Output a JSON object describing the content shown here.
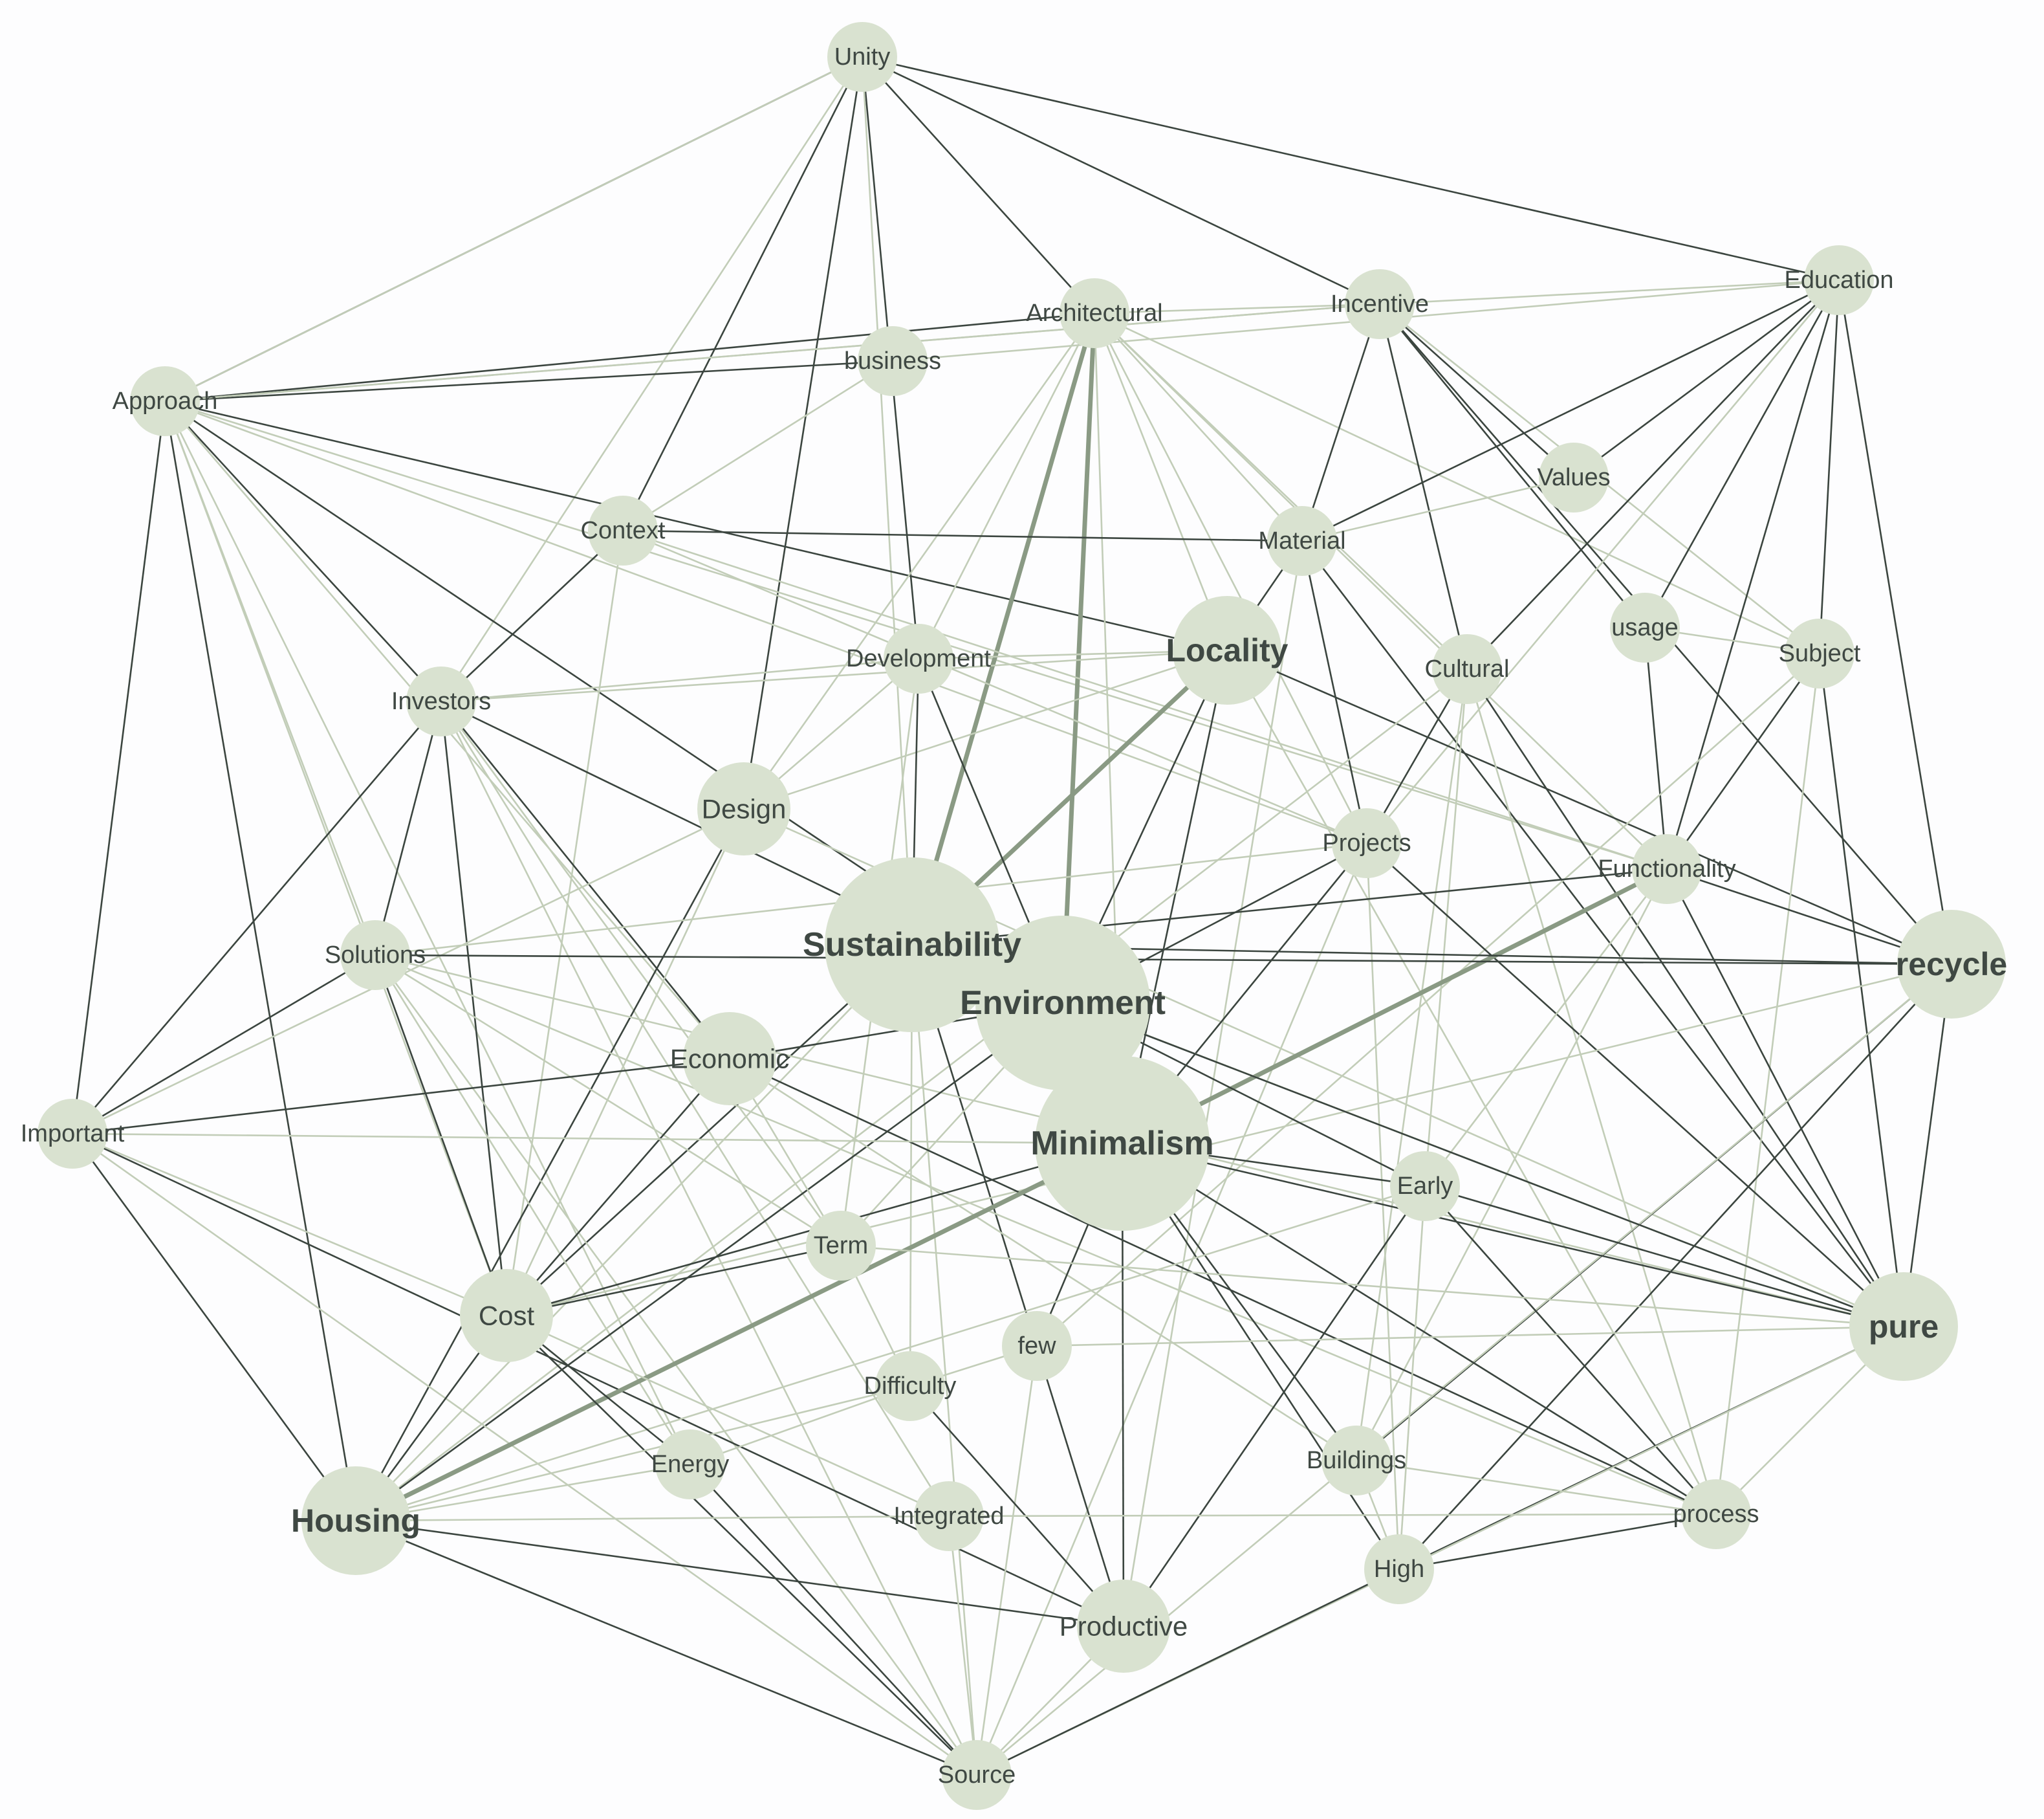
{
  "diagram": {
    "type": "keyword-cooccurrence-network",
    "colors": {
      "node_fill": "#d9e2d0",
      "label": "#3f4843",
      "edge_dark": "#3b453f",
      "edge_light": "#c2cdb8",
      "edge_heavy": "#8a9a84",
      "background": "#fdfdfe"
    },
    "nodes": [
      {
        "id": "unity",
        "label": "Unity",
        "tier": 1
      },
      {
        "id": "education",
        "label": "Education",
        "tier": 1
      },
      {
        "id": "architectural",
        "label": "Architectural",
        "tier": 1
      },
      {
        "id": "incentive",
        "label": "Incentive",
        "tier": 1
      },
      {
        "id": "business",
        "label": "business",
        "tier": 1
      },
      {
        "id": "approach",
        "label": "Approach",
        "tier": 1
      },
      {
        "id": "values",
        "label": "Values",
        "tier": 1
      },
      {
        "id": "context",
        "label": "Context",
        "tier": 1
      },
      {
        "id": "material",
        "label": "Material",
        "tier": 1
      },
      {
        "id": "locality",
        "label": "Locality",
        "tier": 3
      },
      {
        "id": "development",
        "label": "Development",
        "tier": 1
      },
      {
        "id": "cultural",
        "label": "Cultural",
        "tier": 1
      },
      {
        "id": "usage",
        "label": "usage",
        "tier": 1
      },
      {
        "id": "subject",
        "label": "Subject",
        "tier": 1
      },
      {
        "id": "investors",
        "label": "Investors",
        "tier": 1
      },
      {
        "id": "design",
        "label": "Design",
        "tier": 2
      },
      {
        "id": "projects",
        "label": "Projects",
        "tier": 1
      },
      {
        "id": "functionality",
        "label": "Functionality",
        "tier": 1
      },
      {
        "id": "sustainability",
        "label": "Sustainability",
        "tier": 4
      },
      {
        "id": "solutions",
        "label": "Solutions",
        "tier": 1
      },
      {
        "id": "recycle",
        "label": "recycle",
        "tier": 3
      },
      {
        "id": "environment",
        "label": "Environment",
        "tier": 4
      },
      {
        "id": "economic",
        "label": "Economic",
        "tier": 2
      },
      {
        "id": "important",
        "label": "Important",
        "tier": 1
      },
      {
        "id": "minimalism",
        "label": "Minimalism",
        "tier": 4
      },
      {
        "id": "early",
        "label": "Early",
        "tier": 1
      },
      {
        "id": "term",
        "label": "Term",
        "tier": 1
      },
      {
        "id": "cost",
        "label": "Cost",
        "tier": 2
      },
      {
        "id": "pure",
        "label": "pure",
        "tier": 3
      },
      {
        "id": "few",
        "label": "few",
        "tier": 1
      },
      {
        "id": "difficulty",
        "label": "Difficulty",
        "tier": 1
      },
      {
        "id": "energy",
        "label": "Energy",
        "tier": 1
      },
      {
        "id": "buildings",
        "label": "Buildings",
        "tier": 1
      },
      {
        "id": "housing",
        "label": "Housing",
        "tier": 3
      },
      {
        "id": "integrated",
        "label": "Integrated",
        "tier": 1
      },
      {
        "id": "process",
        "label": "process",
        "tier": 1
      },
      {
        "id": "high",
        "label": "High",
        "tier": 1
      },
      {
        "id": "productive",
        "label": "Productive",
        "tier": 2
      },
      {
        "id": "source",
        "label": "Source",
        "tier": 1
      }
    ],
    "edges": [
      [
        "unity",
        "approach",
        "dark"
      ],
      [
        "unity",
        "architectural",
        "dark"
      ],
      [
        "unity",
        "incentive",
        "dark"
      ],
      [
        "unity",
        "education",
        "dark"
      ],
      [
        "unity",
        "context",
        "dark"
      ],
      [
        "unity",
        "investors",
        "light"
      ],
      [
        "unity",
        "design",
        "dark"
      ],
      [
        "unity",
        "development",
        "dark"
      ],
      [
        "unity",
        "sustainability",
        "light"
      ],
      [
        "unity",
        "approach",
        "light"
      ],
      [
        "approach",
        "architectural",
        "dark"
      ],
      [
        "approach",
        "business",
        "dark"
      ],
      [
        "approach",
        "incentive",
        "light"
      ],
      [
        "approach",
        "investors",
        "dark"
      ],
      [
        "approach",
        "locality",
        "dark"
      ],
      [
        "approach",
        "important",
        "dark"
      ],
      [
        "approach",
        "housing",
        "dark"
      ],
      [
        "approach",
        "solutions",
        "light"
      ],
      [
        "approach",
        "cost",
        "light"
      ],
      [
        "approach",
        "projects",
        "light"
      ],
      [
        "approach",
        "functionality",
        "light"
      ],
      [
        "approach",
        "environment",
        "dark"
      ],
      [
        "approach",
        "economic",
        "light"
      ],
      [
        "approach",
        "energy",
        "light"
      ],
      [
        "architectural",
        "incentive",
        "light"
      ],
      [
        "architectural",
        "sustainability",
        "heavy"
      ],
      [
        "architectural",
        "environment",
        "heavy"
      ],
      [
        "architectural",
        "locality",
        "light"
      ],
      [
        "architectural",
        "development",
        "light"
      ],
      [
        "architectural",
        "projects",
        "light"
      ],
      [
        "architectural",
        "cultural",
        "light"
      ],
      [
        "architectural",
        "material",
        "light"
      ],
      [
        "architectural",
        "functionality",
        "light"
      ],
      [
        "architectural",
        "minimalism",
        "light"
      ],
      [
        "architectural",
        "design",
        "light"
      ],
      [
        "architectural",
        "subject",
        "light"
      ],
      [
        "incentive",
        "education",
        "light"
      ],
      [
        "incentive",
        "material",
        "dark"
      ],
      [
        "incentive",
        "cultural",
        "dark"
      ],
      [
        "incentive",
        "usage",
        "dark"
      ],
      [
        "incentive",
        "values",
        "dark"
      ],
      [
        "incentive",
        "subject",
        "light"
      ],
      [
        "incentive",
        "recycle",
        "dark"
      ],
      [
        "incentive",
        "approach",
        "light"
      ],
      [
        "education",
        "business",
        "light"
      ],
      [
        "education",
        "values",
        "dark"
      ],
      [
        "education",
        "material",
        "dark"
      ],
      [
        "education",
        "cultural",
        "dark"
      ],
      [
        "education",
        "usage",
        "dark"
      ],
      [
        "education",
        "subject",
        "dark"
      ],
      [
        "education",
        "functionality",
        "dark"
      ],
      [
        "education",
        "recycle",
        "dark"
      ],
      [
        "education",
        "projects",
        "light"
      ],
      [
        "context",
        "material",
        "dark"
      ],
      [
        "context",
        "investors",
        "dark"
      ],
      [
        "context",
        "cost",
        "light"
      ],
      [
        "context",
        "projects",
        "light"
      ],
      [
        "context",
        "business",
        "light"
      ],
      [
        "context",
        "functionality",
        "light"
      ],
      [
        "material",
        "locality",
        "dark"
      ],
      [
        "material",
        "projects",
        "dark"
      ],
      [
        "material",
        "pure",
        "dark"
      ],
      [
        "material",
        "values",
        "light"
      ],
      [
        "material",
        "productive",
        "light"
      ],
      [
        "locality",
        "sustainability",
        "heavy"
      ],
      [
        "locality",
        "environment",
        "dark"
      ],
      [
        "locality",
        "minimalism",
        "dark"
      ],
      [
        "locality",
        "recycle",
        "dark"
      ],
      [
        "locality",
        "design",
        "light"
      ],
      [
        "locality",
        "investors",
        "light"
      ],
      [
        "locality",
        "process",
        "light"
      ],
      [
        "locality",
        "development",
        "light"
      ],
      [
        "development",
        "sustainability",
        "dark"
      ],
      [
        "development",
        "environment",
        "dark"
      ],
      [
        "development",
        "design",
        "light"
      ],
      [
        "development",
        "term",
        "light"
      ],
      [
        "development",
        "investors",
        "light"
      ],
      [
        "cultural",
        "projects",
        "dark"
      ],
      [
        "cultural",
        "pure",
        "dark"
      ],
      [
        "cultural",
        "process",
        "light"
      ],
      [
        "cultural",
        "buildings",
        "light"
      ],
      [
        "cultural",
        "early",
        "light"
      ],
      [
        "cultural",
        "housing",
        "light"
      ],
      [
        "usage",
        "functionality",
        "dark"
      ],
      [
        "usage",
        "subject",
        "light"
      ],
      [
        "subject",
        "functionality",
        "dark"
      ],
      [
        "subject",
        "pure",
        "dark"
      ],
      [
        "subject",
        "few",
        "light"
      ],
      [
        "subject",
        "process",
        "light"
      ],
      [
        "investors",
        "solutions",
        "dark"
      ],
      [
        "investors",
        "cost",
        "dark"
      ],
      [
        "investors",
        "economic",
        "dark"
      ],
      [
        "investors",
        "important",
        "dark"
      ],
      [
        "investors",
        "environment",
        "dark"
      ],
      [
        "investors",
        "term",
        "light"
      ],
      [
        "investors",
        "source",
        "light"
      ],
      [
        "investors",
        "integrated",
        "light"
      ],
      [
        "design",
        "housing",
        "dark"
      ],
      [
        "design",
        "cost",
        "light"
      ],
      [
        "design",
        "pure",
        "light"
      ],
      [
        "design",
        "important",
        "light"
      ],
      [
        "projects",
        "environment",
        "dark"
      ],
      [
        "projects",
        "minimalism",
        "dark"
      ],
      [
        "projects",
        "pure",
        "dark"
      ],
      [
        "projects",
        "high",
        "light"
      ],
      [
        "projects",
        "source",
        "light"
      ],
      [
        "projects",
        "solutions",
        "light"
      ],
      [
        "functionality",
        "sustainability",
        "dark"
      ],
      [
        "functionality",
        "minimalism",
        "heavy"
      ],
      [
        "functionality",
        "pure",
        "dark"
      ],
      [
        "functionality",
        "recycle",
        "dark"
      ],
      [
        "functionality",
        "early",
        "light"
      ],
      [
        "functionality",
        "buildings",
        "light"
      ],
      [
        "sustainability",
        "environment",
        "dark"
      ],
      [
        "sustainability",
        "recycle",
        "dark"
      ],
      [
        "sustainability",
        "pure",
        "light"
      ],
      [
        "sustainability",
        "productive",
        "dark"
      ],
      [
        "sustainability",
        "housing",
        "light"
      ],
      [
        "sustainability",
        "cost",
        "dark"
      ],
      [
        "sustainability",
        "difficulty",
        "light"
      ],
      [
        "sustainability",
        "source",
        "light"
      ],
      [
        "solutions",
        "recycle",
        "dark"
      ],
      [
        "solutions",
        "cost",
        "dark"
      ],
      [
        "solutions",
        "pure",
        "light"
      ],
      [
        "solutions",
        "important",
        "dark"
      ],
      [
        "solutions",
        "term",
        "light"
      ],
      [
        "solutions",
        "source",
        "light"
      ],
      [
        "solutions",
        "process",
        "light"
      ],
      [
        "solutions",
        "energy",
        "light"
      ],
      [
        "recycle",
        "pure",
        "dark"
      ],
      [
        "recycle",
        "high",
        "dark"
      ],
      [
        "recycle",
        "buildings",
        "dark"
      ],
      [
        "recycle",
        "source",
        "light"
      ],
      [
        "recycle",
        "cost",
        "light"
      ],
      [
        "environment",
        "minimalism",
        "dark"
      ],
      [
        "environment",
        "economic",
        "dark"
      ],
      [
        "environment",
        "housing",
        "dark"
      ],
      [
        "environment",
        "pure",
        "dark"
      ],
      [
        "environment",
        "early",
        "dark"
      ],
      [
        "environment",
        "term",
        "light"
      ],
      [
        "economic",
        "cost",
        "dark"
      ],
      [
        "economic",
        "important",
        "dark"
      ],
      [
        "economic",
        "process",
        "dark"
      ],
      [
        "economic",
        "buildings",
        "light"
      ],
      [
        "economic",
        "term",
        "light"
      ],
      [
        "important",
        "housing",
        "dark"
      ],
      [
        "important",
        "productive",
        "dark"
      ],
      [
        "important",
        "cost",
        "light"
      ],
      [
        "important",
        "source",
        "light"
      ],
      [
        "important",
        "minimalism",
        "light"
      ],
      [
        "minimalism",
        "early",
        "dark"
      ],
      [
        "minimalism",
        "pure",
        "dark"
      ],
      [
        "minimalism",
        "housing",
        "heavy"
      ],
      [
        "minimalism",
        "few",
        "dark"
      ],
      [
        "minimalism",
        "productive",
        "dark"
      ],
      [
        "minimalism",
        "process",
        "dark"
      ],
      [
        "minimalism",
        "high",
        "dark"
      ],
      [
        "minimalism",
        "cost",
        "dark"
      ],
      [
        "minimalism",
        "buildings",
        "dark"
      ],
      [
        "early",
        "pure",
        "dark"
      ],
      [
        "early",
        "process",
        "dark"
      ],
      [
        "early",
        "productive",
        "dark"
      ],
      [
        "early",
        "high",
        "light"
      ],
      [
        "early",
        "housing",
        "light"
      ],
      [
        "term",
        "pure",
        "light"
      ],
      [
        "term",
        "cost",
        "dark"
      ],
      [
        "term",
        "difficulty",
        "light"
      ],
      [
        "cost",
        "housing",
        "dark"
      ],
      [
        "cost",
        "energy",
        "dark"
      ],
      [
        "cost",
        "source",
        "dark"
      ],
      [
        "cost",
        "integrated",
        "light"
      ],
      [
        "pure",
        "few",
        "light"
      ],
      [
        "pure",
        "high",
        "dark"
      ],
      [
        "pure",
        "process",
        "light"
      ],
      [
        "pure",
        "source",
        "light"
      ],
      [
        "few",
        "difficulty",
        "light"
      ],
      [
        "few",
        "source",
        "light"
      ],
      [
        "difficulty",
        "productive",
        "dark"
      ],
      [
        "difficulty",
        "energy",
        "light"
      ],
      [
        "difficulty",
        "housing",
        "light"
      ],
      [
        "energy",
        "source",
        "dark"
      ],
      [
        "energy",
        "housing",
        "light"
      ],
      [
        "buildings",
        "high",
        "light"
      ],
      [
        "buildings",
        "process",
        "light"
      ],
      [
        "housing",
        "source",
        "dark"
      ],
      [
        "housing",
        "productive",
        "dark"
      ],
      [
        "housing",
        "integrated",
        "light"
      ],
      [
        "integrated",
        "source",
        "light"
      ],
      [
        "integrated",
        "process",
        "light"
      ],
      [
        "process",
        "high",
        "dark"
      ],
      [
        "high",
        "source",
        "dark"
      ],
      [
        "productive",
        "source",
        "light"
      ]
    ]
  }
}
